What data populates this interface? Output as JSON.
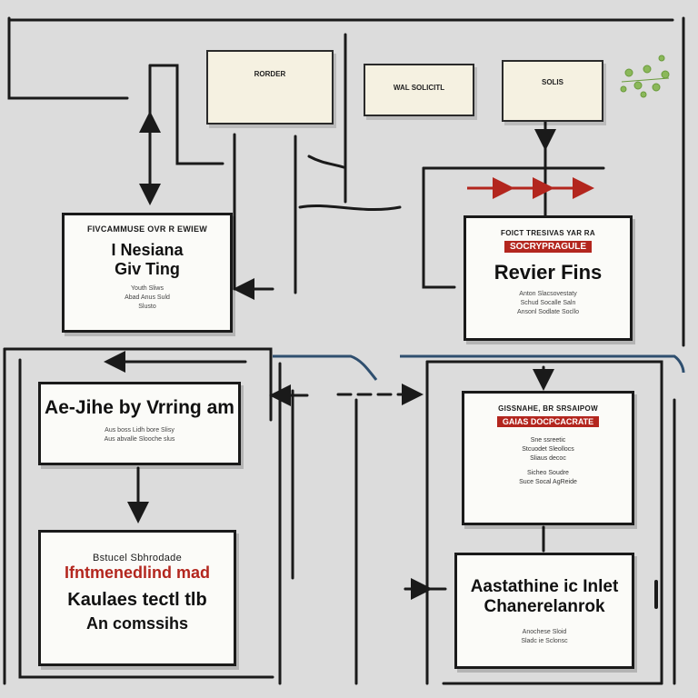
{
  "notes": {
    "note1": "RORDER",
    "note2": "WAL SOLICITL",
    "note3": "SOLIS"
  },
  "boxes": {
    "review": {
      "caption": "FIVCAMMUSE OVR R EWIEW",
      "line1": "I Nesiana",
      "line2": "Giv Ting",
      "detail1": "Youth Sliws",
      "detail2": "Abad Anus Suld",
      "detail3": "Slusto"
    },
    "reviewer": {
      "caption": "FOICT TRESIVAS YAR RA",
      "banner": "SOCRYPRAGULE",
      "title": "Revier Fins",
      "detail1": "Anton Slacsovestaty",
      "detail2": "Schud Socalle Saln",
      "detail3": "Ansonl Sodlate Socllo"
    },
    "writing": {
      "title": "Ae-Jihe by Vrring am",
      "detail1": "Aus boss Lidh bore Slisy",
      "detail2": "Aus abvalle Slooche slus"
    },
    "system": {
      "caption": "GISSNAHE, BR SRSAIPOW",
      "banner": "GAIAS DOCPCACRATE",
      "detail1": "Sne ssreetic",
      "detail2": "Stcuodet Sleollocs",
      "detail3": "Sliaus decoc",
      "detail4": "Sicheo Soudre",
      "detail5": "Suce Socal AgReide"
    },
    "method": {
      "caption": "Bstucel Sbhrodade",
      "red": "Ifntmenedlind mad",
      "line1": "Kaulaes tectl tlb",
      "line2": "An comssihs"
    },
    "kinlet": {
      "line1": "Aastathine ic Inlet",
      "line2": "Chanerelanrok",
      "detail1": "Anochese Sloid",
      "detail2": "Sladc ie Sclonsc"
    }
  },
  "colors": {
    "accent_red": "#b3261e",
    "ink": "#1a1a1a",
    "background": "#dcdcdc",
    "note_fill": "#f5f1e1",
    "wire_blue": "#2f4f6f"
  },
  "icons": [
    "plant-icon"
  ]
}
